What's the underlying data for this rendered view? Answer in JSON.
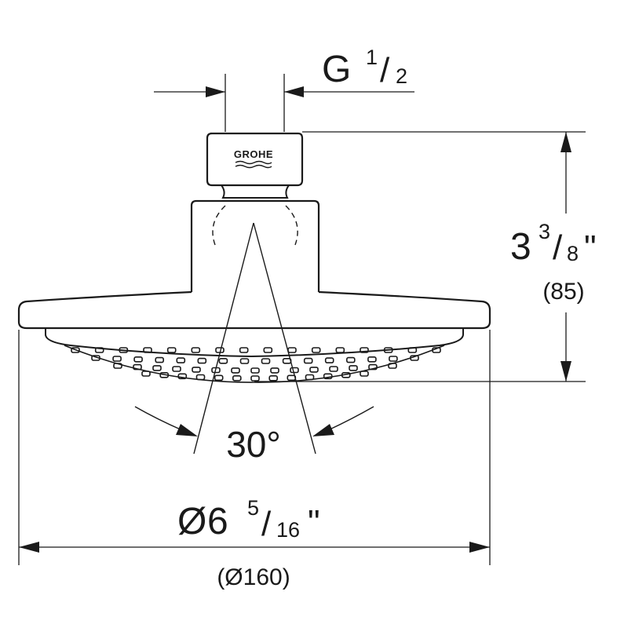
{
  "brand": {
    "logo_text": "GROHE"
  },
  "dimensions": {
    "thread": {
      "letter": "G",
      "num": "1",
      "den": "2"
    },
    "height": {
      "whole": "3",
      "num": "3",
      "den": "8",
      "unit": "\"",
      "metric": "(85)"
    },
    "angle": {
      "value": "30°"
    },
    "diameter": {
      "symbol": "Ø",
      "whole": "6",
      "num": "5",
      "den": "16",
      "unit": "\"",
      "metric": "(Ø160)"
    }
  },
  "colors": {
    "line": "#1a1a1a",
    "background": "#ffffff"
  }
}
